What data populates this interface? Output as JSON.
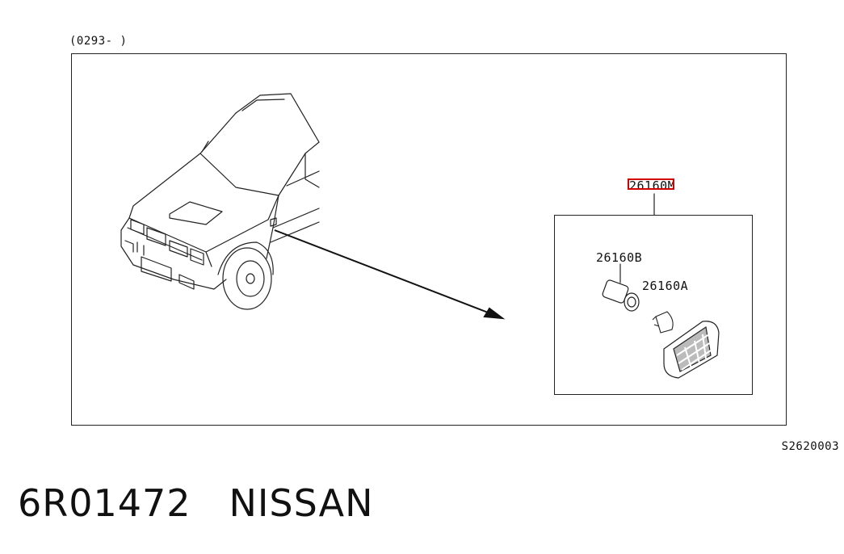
{
  "diagram": {
    "serial_range": "(0293-        )",
    "parts": {
      "assembly": "26160M",
      "bulb": "26160B",
      "lens": "26160A"
    },
    "illustration_code": "S2620003"
  },
  "caption": {
    "part_number": "6R01472",
    "brand": "NISSAN"
  }
}
